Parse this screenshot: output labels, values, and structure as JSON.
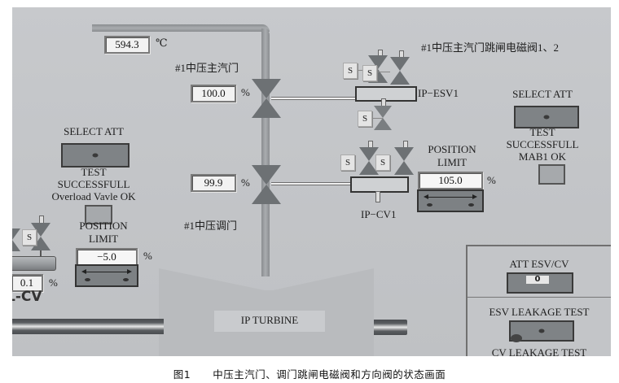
{
  "main_steam": {
    "temperature_value": "594.3",
    "temperature_unit": "℃"
  },
  "esv": {
    "title": "#1中压主汽门",
    "position_value": "100.0",
    "position_unit": "%",
    "actuator_label": "IP−ESV1",
    "solenoid_title": "#1中压主汽门跳闸电磁阀1、2",
    "solenoid_label": "S"
  },
  "cv": {
    "title": "#1中压调门",
    "position_value": "99.9",
    "position_unit": "%",
    "actuator_label": "IP−CV1",
    "position_limit": {
      "title_line1": "POSITION",
      "title_line2": "LIMIT",
      "value": "105.0",
      "unit": "%"
    }
  },
  "select_att_right": {
    "title": "SELECT ATT",
    "status_line1": "TEST",
    "status_line2": "SUCCESSFULL",
    "status_line3": "MAB1 OK"
  },
  "select_att_left": {
    "title": "SELECT ATT",
    "status_line1": "TEST",
    "status_line2": "SUCCESSFULL",
    "status_line3": "Overload Vavle OK"
  },
  "left_cv": {
    "position_value": "0.1",
    "position_unit": "%",
    "tag": "L-CV",
    "solenoid_label": "S",
    "position_limit": {
      "title_line1": "POSITION",
      "title_line2": "LIMIT",
      "value": "−5.0",
      "unit": "%"
    }
  },
  "turbine": {
    "label": "IP TURBINE"
  },
  "test_panel": {
    "att_title": "ATT ESV/CV",
    "att_value": "0",
    "esv_leak_title": "ESV LEAKAGE TEST",
    "cv_leak_title": "CV LEAKAGE TEST"
  },
  "caption": {
    "figure_no": "图1",
    "text": "中压主汽门、调门跳闸电磁阀和方向阀的状态画面"
  }
}
